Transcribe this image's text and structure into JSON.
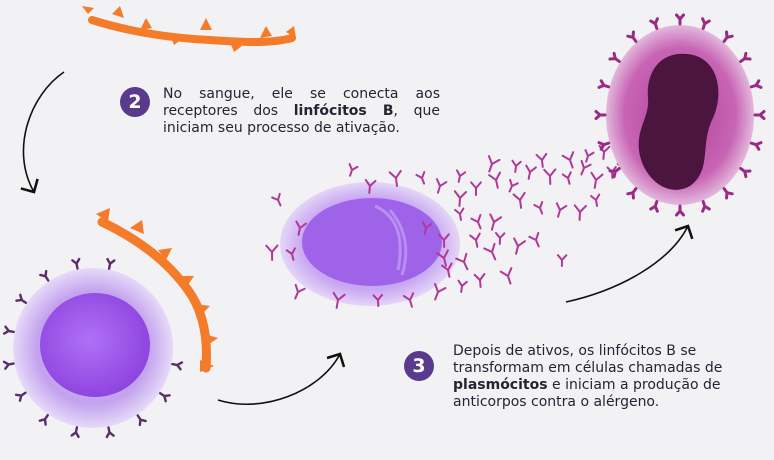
{
  "step2": {
    "number": "2",
    "text_before": "No sangue, ele se conecta aos receptores dos ",
    "text_bold": "linfócitos B",
    "text_after": ", que iniciam seu processo de ativação."
  },
  "step3": {
    "number": "3",
    "line1": "Depois de ativos, os linfócitos B se",
    "line2": "transformam em células chamadas de",
    "line3_bold": "plasmócitos",
    "line3_after": " e iniciam a produção de",
    "line4": "anticorpos contra o alérgeno."
  },
  "colors": {
    "background": "#f2f1f3",
    "badge": "#5a3a8c",
    "allergen": "#f47b2a",
    "b_cell": "#b98ee6",
    "b_cell_nucleus": "#9b55e8",
    "plasma_cell": "#a7378f",
    "plasma_nucleus": "#4b1540",
    "antibody": "#b0389a",
    "receptor": "#5a2d6b"
  }
}
